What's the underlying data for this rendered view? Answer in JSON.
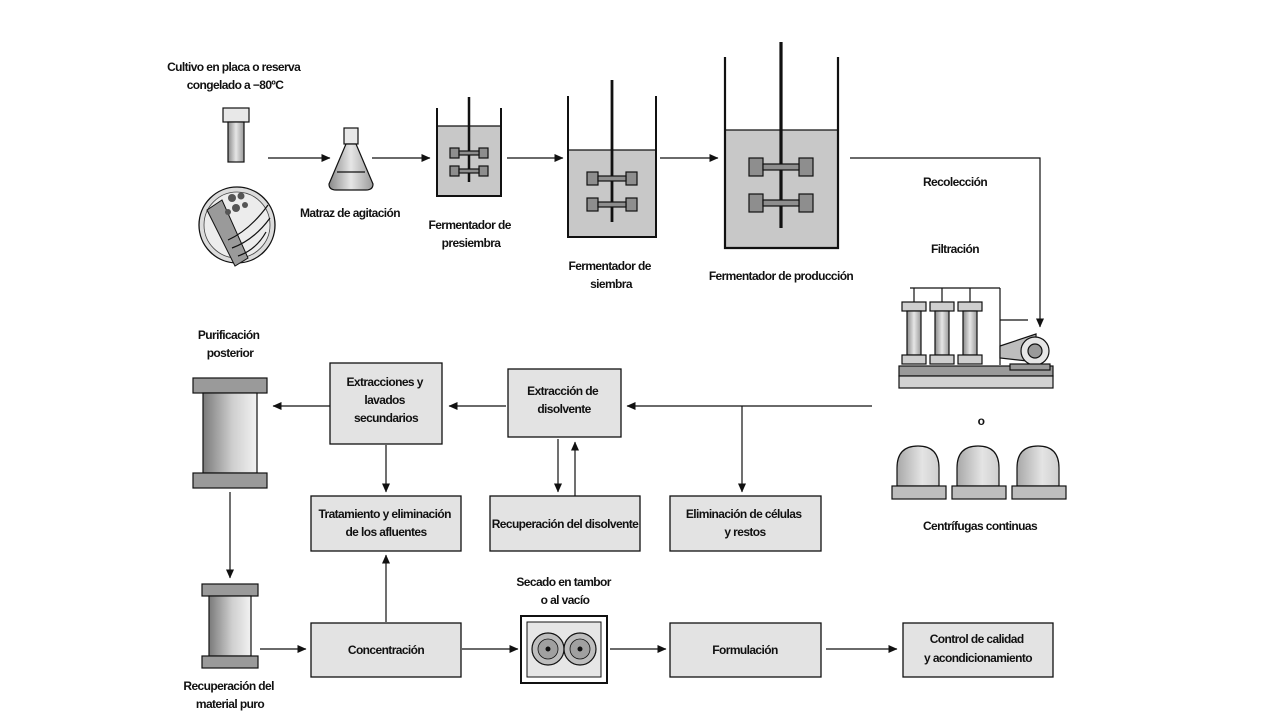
{
  "labels": {
    "culture": [
      "Cultivo en placa o reserva",
      "congelado a −80ºC"
    ],
    "shake_flask": [
      "Matraz de agitación"
    ],
    "preseed_fermenter": [
      "Fermentador de",
      "presiembra"
    ],
    "seed_fermenter": [
      "Fermentador de",
      "siembra"
    ],
    "production_fermenter": [
      "Fermentador de producción"
    ],
    "harvest": [
      "Recolección"
    ],
    "filtration": [
      "Filtración"
    ],
    "or": [
      "o"
    ],
    "continuous_centrifuges": [
      "Centrífugas continuas"
    ],
    "post_purification": [
      "Purificación",
      "posterior"
    ],
    "secondary_extractions": [
      "Extracciones y",
      "lavados",
      "secundarios"
    ],
    "solvent_extraction": [
      "Extracción de",
      "disolvente"
    ],
    "effluent_treatment": [
      "Tratamiento y eliminación",
      "de los afluentes"
    ],
    "solvent_recovery": [
      "Recuperación del disolvente"
    ],
    "cell_removal": [
      "Eliminación de células",
      "y restos"
    ],
    "pure_recovery": [
      "Recuperación del",
      "material puro"
    ],
    "concentration": [
      "Concentración"
    ],
    "drum_drying": [
      "Secado en tambor",
      "o al vacío"
    ],
    "formulation": [
      "Formulación"
    ],
    "quality_control": [
      "Control de calidad",
      "y acondicionamiento"
    ]
  },
  "colors": {
    "ink": "#111111",
    "box_fill": "#e3e3e3",
    "liquid": "#c8c8c8",
    "metal_dark": "#8e8e8e",
    "metal_light": "#d2d2d2",
    "background": "#ffffff"
  }
}
